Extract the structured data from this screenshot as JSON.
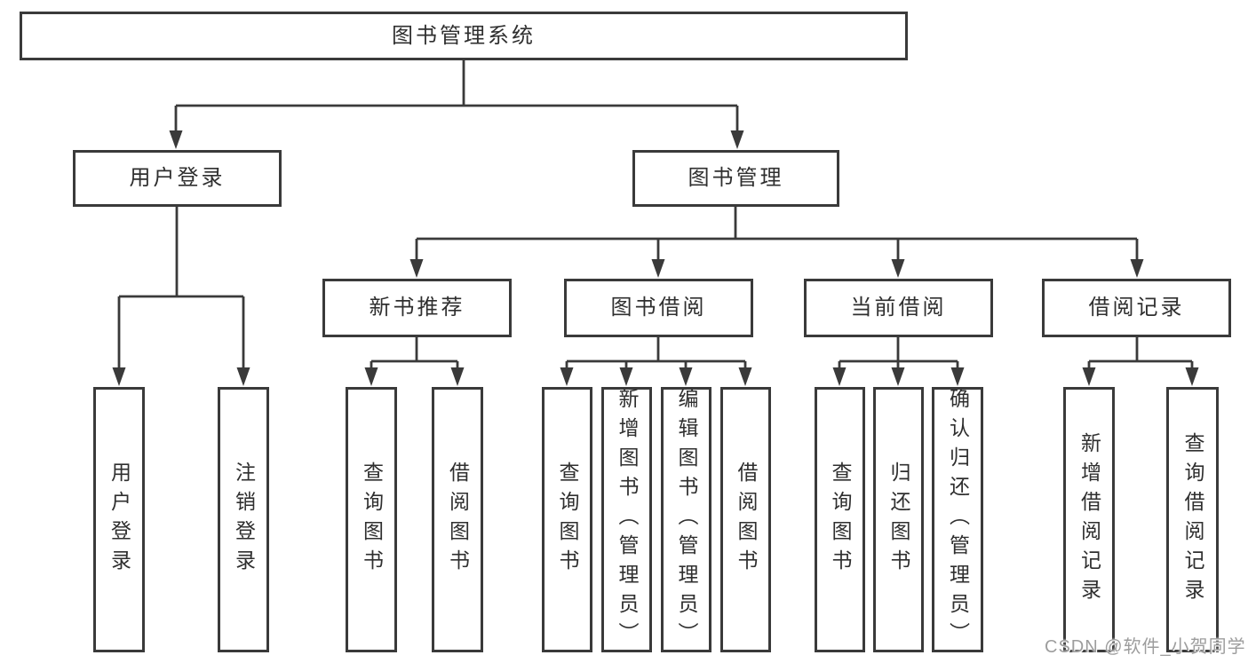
{
  "diagram_title": "图书管理系统",
  "tree": {
    "label": "图书管理系统",
    "children": [
      {
        "label": "用户登录",
        "children": [
          {
            "label": "用户登录"
          },
          {
            "label": "注销登录"
          }
        ]
      },
      {
        "label": "图书管理",
        "children": [
          {
            "label": "新书推荐",
            "children": [
              {
                "label": "查询图书"
              },
              {
                "label": "借阅图书"
              }
            ]
          },
          {
            "label": "图书借阅",
            "children": [
              {
                "label": "查询图书"
              },
              {
                "label": "新增图书（管理员）"
              },
              {
                "label": "编辑图书（管理员）"
              },
              {
                "label": "借阅图书"
              }
            ]
          },
          {
            "label": "当前借阅",
            "children": [
              {
                "label": "查询图书"
              },
              {
                "label": "归还图书"
              },
              {
                "label": "确认归还（管理员）"
              }
            ]
          },
          {
            "label": "借阅记录",
            "children": [
              {
                "label": "新增借阅记录"
              },
              {
                "label": "查询借阅记录"
              }
            ]
          }
        ]
      }
    ]
  },
  "watermark": {
    "text": "CSDN @软件_小贺同学",
    "color": "#9d9d9d"
  },
  "colors": {
    "line": "#3a3a3a",
    "text": "#2f2f2f",
    "background": "#ffffff"
  }
}
